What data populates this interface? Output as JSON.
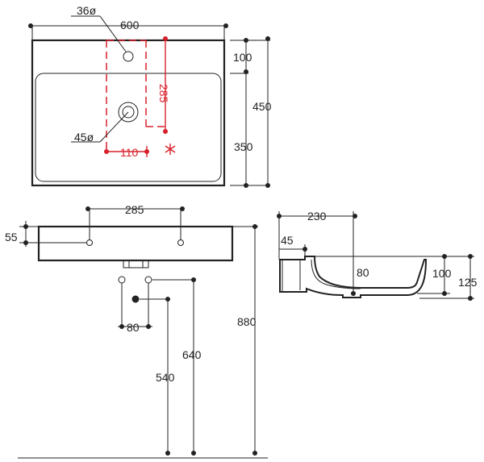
{
  "colors": {
    "line": "#222222",
    "accent_red": "#d8202a",
    "background": "#ffffff"
  },
  "top_view": {
    "width": "600",
    "tap_hole": "36ø",
    "waste_hole": "45ø",
    "hole_spacing_red": "285",
    "waste_offset_red": "110",
    "depth_to_bowl": "100",
    "total_depth": "450",
    "bowl_depth": "350"
  },
  "front_view": {
    "bracket_spacing": "285",
    "bracket_height": "55",
    "waste_spacing": "80",
    "height_640": "640",
    "height_540": "540",
    "height_880": "880"
  },
  "side_view": {
    "depth_230": "230",
    "offset_45": "45",
    "inner_80": "80",
    "height_100": "100",
    "height_125": "125"
  }
}
